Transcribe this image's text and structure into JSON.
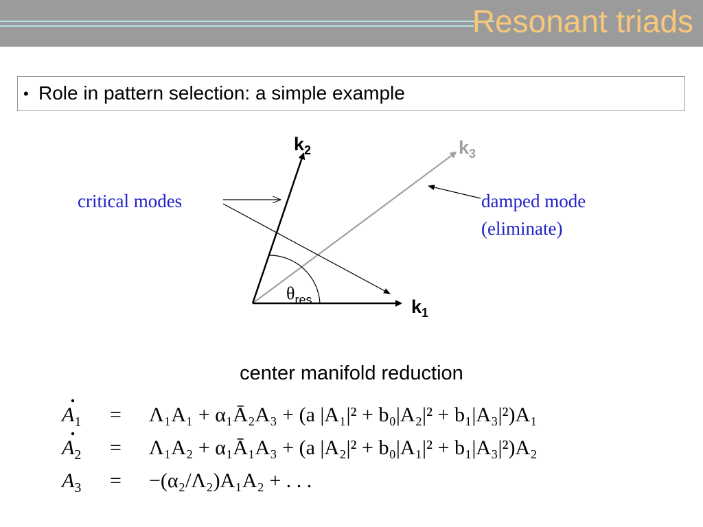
{
  "slide": {
    "title": "Resonant triads",
    "bullet": "Role in pattern selection: a simple example",
    "bullet_marker": "•",
    "caption": "center manifold reduction"
  },
  "diagram": {
    "labels": {
      "k1": "k",
      "k1_sub": "1",
      "k2": "k",
      "k2_sub": "2",
      "k3": "k",
      "k3_sub": "3",
      "critical_modes": "critical modes",
      "damped_mode_line1": "damped mode",
      "damped_mode_line2": "(eliminate)",
      "theta": "θ",
      "theta_sub": "res"
    },
    "colors": {
      "critical_label": "#2020c8",
      "k3_vector": "#a0a0a0",
      "title": "#f8c87a"
    }
  },
  "equations": {
    "eq1": {
      "lhs": "A",
      "lhs_sub": "1",
      "eq": "=",
      "rhs": "Λ₁A₁ + α₁Ā₂A₃ + (a |A₁|² + b₀|A₂|² + b₁|A₃|²)A₁"
    },
    "eq2": {
      "lhs": "A",
      "lhs_sub": "2",
      "eq": "=",
      "rhs": "Λ₁A₂ + α₁Ā₁A₃ + (a |A₂|² + b₀|A₁|² + b₁|A₃|²)A₂"
    },
    "eq3": {
      "lhs": "A",
      "lhs_sub": "3",
      "eq": "=",
      "rhs": "−(α₂/Λ₂)A₁A₂ + . . ."
    }
  }
}
